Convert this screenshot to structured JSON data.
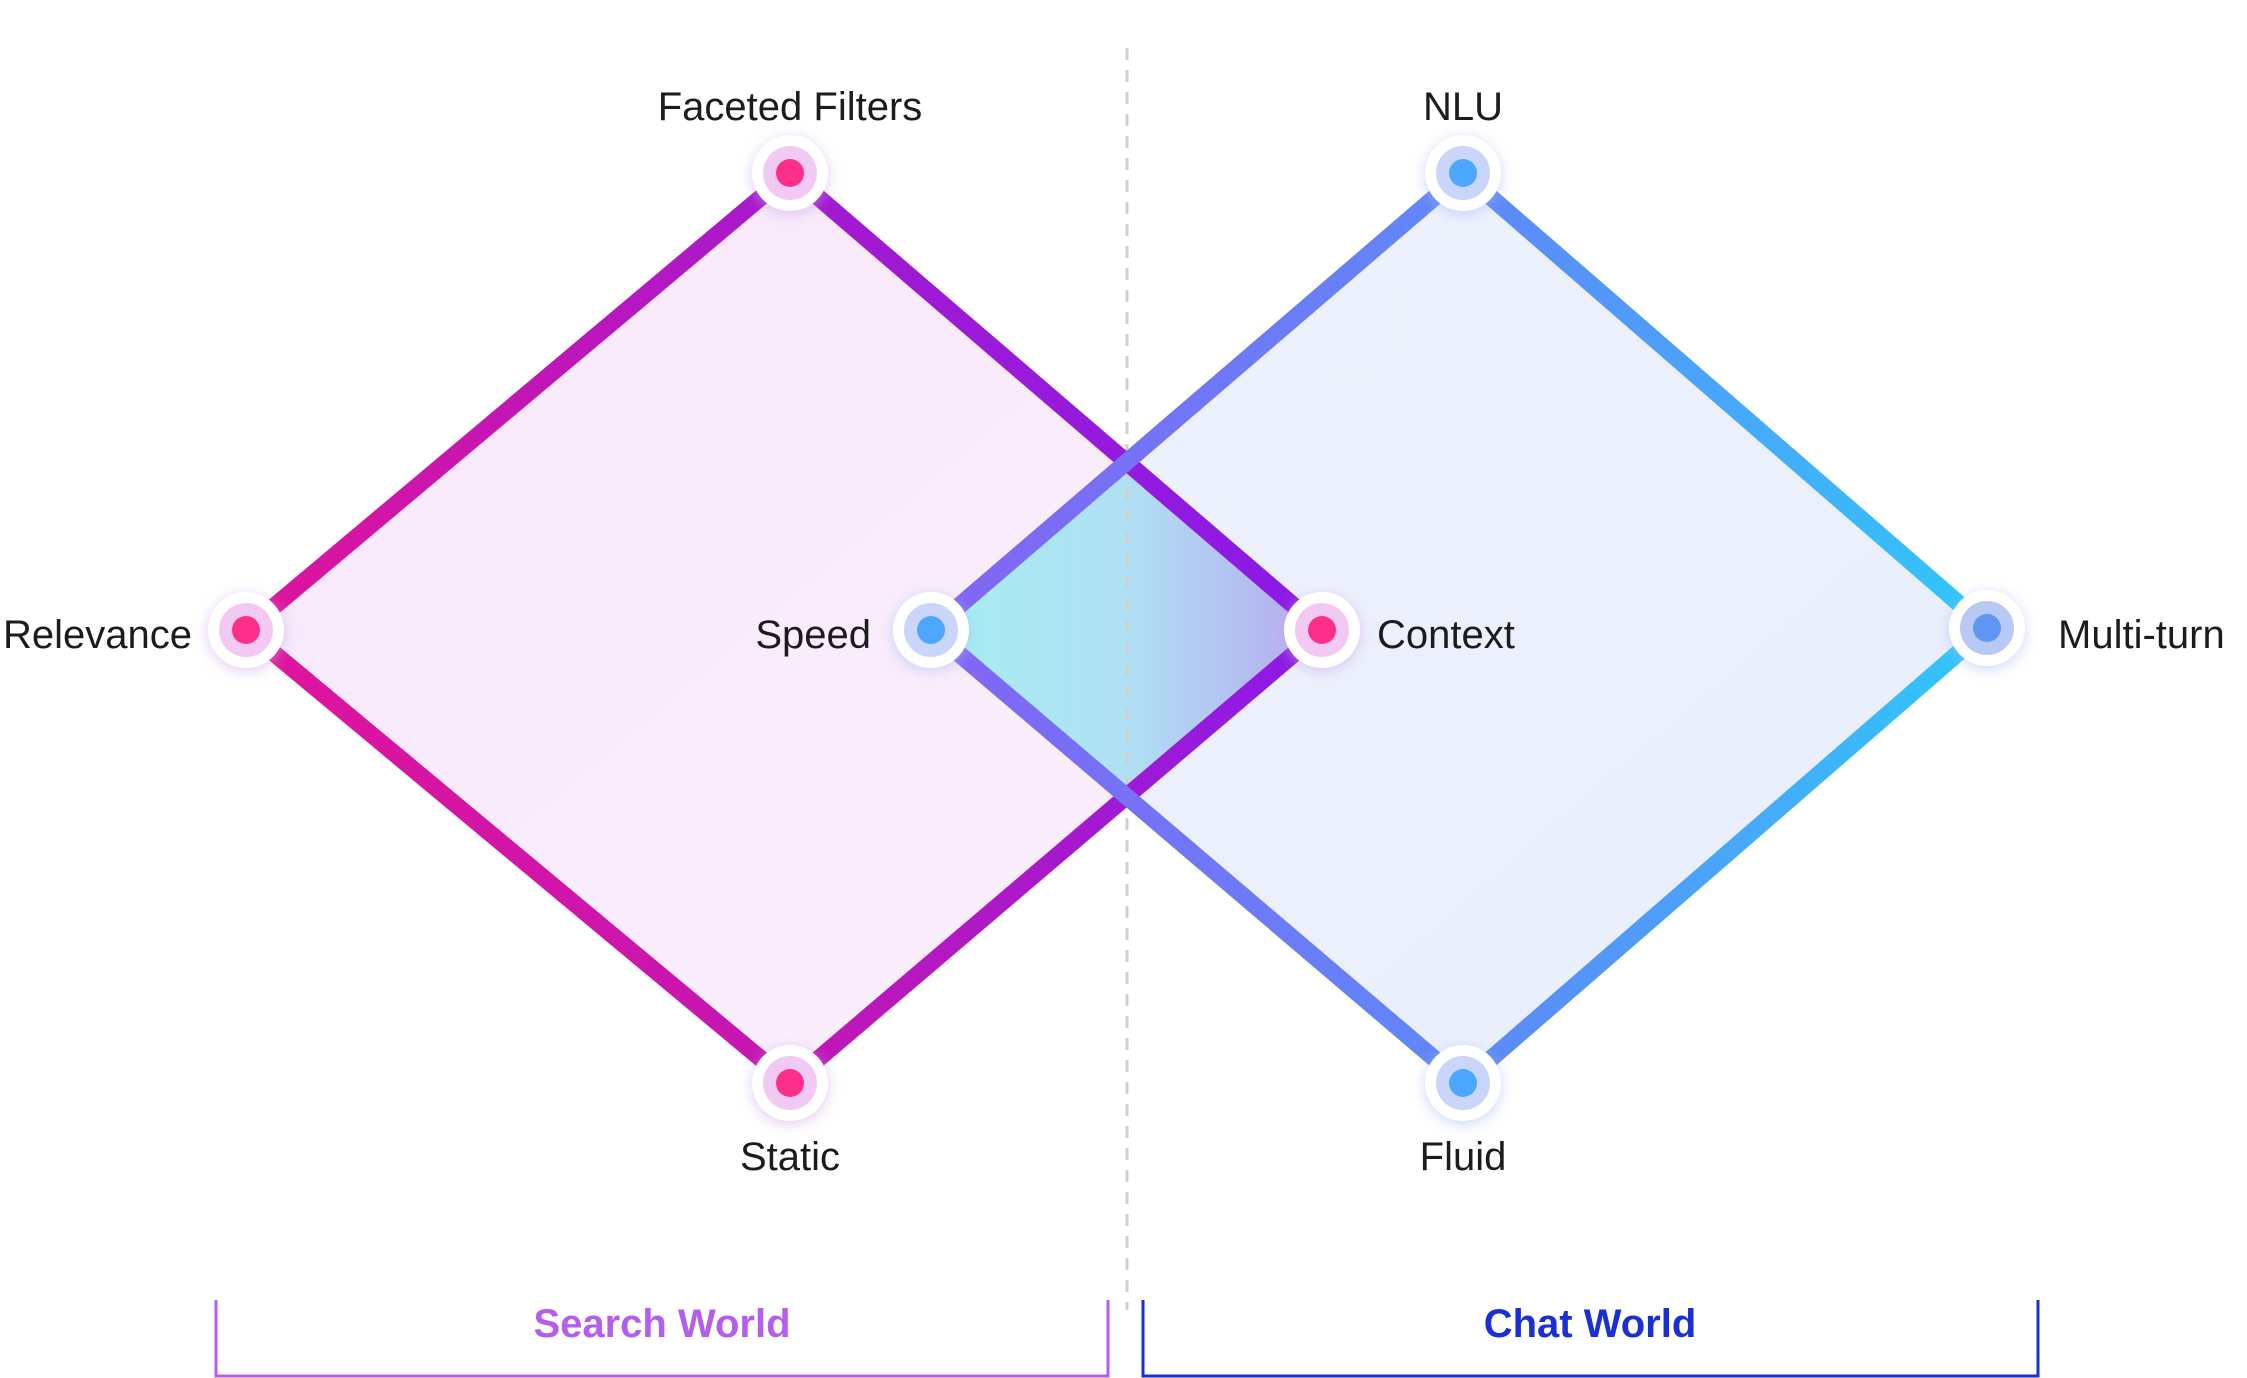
{
  "search_world": {
    "label": "Search World",
    "color": "#b45ef0",
    "nodes": {
      "top": "Faceted Filters",
      "left": "Relevance",
      "right": "Context",
      "bottom": "Static"
    },
    "dot_color": "#ff2d8a",
    "edge_gradient": [
      "#e0149a",
      "#7a1cf5"
    ]
  },
  "chat_world": {
    "label": "Chat World",
    "color": "#1a2fd6",
    "nodes": {
      "top": "NLU",
      "left": "Speed",
      "right": "Multi-turn",
      "bottom": "Fluid"
    },
    "dot_color": "#4da6ff",
    "edge_gradient": [
      "#7b6cf6",
      "#2fc8fa"
    ]
  }
}
